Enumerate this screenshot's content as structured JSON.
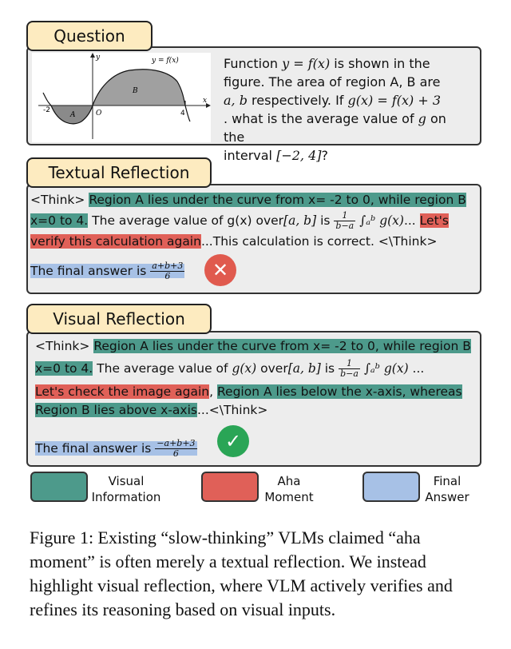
{
  "question": {
    "tab_label": "Question",
    "graph": {
      "curve_label": "y = f(x)",
      "y_axis_label": "y",
      "x_axis_label": "x",
      "tick_neg2": "-2",
      "tick_0": "O",
      "tick_4": "4",
      "region_a": "A",
      "region_b": "B"
    },
    "text": {
      "l1a": "Function ",
      "l1m": "y = f(x)",
      "l1b": " is shown in the",
      "l2": "figure. The area of region A, B are",
      "l3m": "a, b",
      "l3a": " respectively. If ",
      "l3m2": "g(x) = f(x) + 3",
      "l4a": ". what is the average value of ",
      "l4m": "g",
      "l4b": " on the",
      "l5a": "interval ",
      "l5m": "[−2, 4]",
      "l5b": "?"
    }
  },
  "textual": {
    "tab_label": "Textual Reflection",
    "l1a": "<Think> ",
    "l1g": "Region A lies under the curve from x= -2 to 0, while region B",
    "l2g": "x=0 to 4.",
    "l2a": " The average value of g(x) over",
    "l2m": "[a, b]",
    "l2b": " is ",
    "l2fn": "1",
    "l2fd": "b−a",
    "l2int": "∫ₐᵇ g(x)",
    "l2c": "... ",
    "l2r": "Let's",
    "l3r": "verify this calculation again",
    "l3a": "...This calculation is correct. <\\Think>",
    "answer_prefix": "The final answer is ",
    "answer_num": "a+b+3",
    "answer_den": "6",
    "icon": "cross-icon"
  },
  "visual": {
    "tab_label": "Visual Reflection",
    "l1a": "<Think> ",
    "l1g": "Region A lies under the curve from x= -2 to 0, while region B",
    "l2g": "x=0 to 4.",
    "l2a": " The average value of ",
    "l2m1": "g(x)",
    "l2b": " over",
    "l2m": "[a, b]",
    "l2c": " is ",
    "l2fn": "1",
    "l2fd": "b−a",
    "l2int": "∫ₐᵇ g(x)",
    "l2d": " ...",
    "l3r": "Let's check the image again",
    "l3a": ", ",
    "l3g": "Region A lies below the x-axis, whereas",
    "l4g": "Region B lies above x-axis",
    "l4a": "...<\\Think>",
    "answer_prefix": "The final answer is ",
    "answer_num": "−a+b+3",
    "answer_den": "6",
    "icon": "check-icon"
  },
  "legend": {
    "visual_l1": "Visual",
    "visual_l2": "Information",
    "aha_l1": "Aha",
    "aha_l2": "Moment",
    "final_l1": "Final",
    "final_l2": "Answer",
    "colors": {
      "visual": "#4d9a8b",
      "aha": "#e06058",
      "final": "#a7c1e6"
    }
  },
  "caption": "Figure 1: Existing “slow-thinking” VLMs claimed “aha moment” is often merely a textual reflection. We instead highlight visual reflection, where VLM actively verifies and refines its reasoning based on visual inputs."
}
